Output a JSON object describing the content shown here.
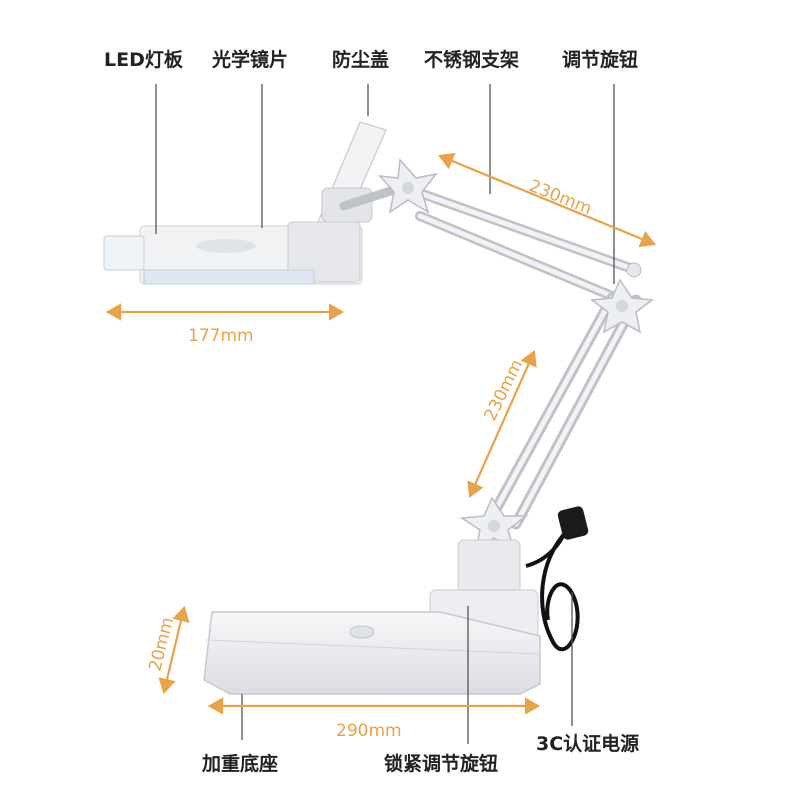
{
  "labels": {
    "led_panel": "LED灯板",
    "optical_lens": "光学镜片",
    "dust_cover": "防尘盖",
    "stainless_bracket": "不锈钢支架",
    "adjust_knob": "调节旋钮",
    "weighted_base": "加重底座",
    "lock_adjust_knob": "锁紧调节旋钮",
    "power_3c": "3C认证电源"
  },
  "dimensions": {
    "upper_arm": "230mm",
    "lower_arm": "230mm",
    "head_width": "177mm",
    "base_width": "290mm",
    "base_height": "20mm"
  },
  "colors": {
    "dimension": "#e8a34a",
    "leader_line": "#555555",
    "body": "#eeeff2",
    "metal": "#d6d8dc",
    "cord": "#111111"
  }
}
